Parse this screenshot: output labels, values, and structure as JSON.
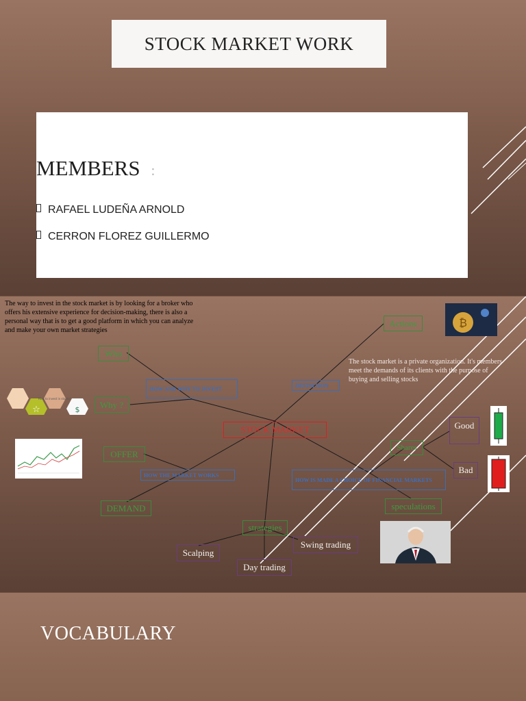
{
  "slide1": {
    "title": "STOCK MARKET WORK",
    "members_heading": "MEMBERS",
    "members_colon": ":",
    "members": [
      "RAFAEL LUDEÑA ARNOLD",
      "CERRON FLOREZ GUILLERMO"
    ]
  },
  "slide2": {
    "intro_text": "The way to invest in the stock market is by looking for a broker who offers his extensive experience for decision-making, there is also a personal way that is to get a good platform in which you can analyze and make your own market strategies",
    "definition_text": "The stock market is a private organization. It's members meet the demands of its clients with the purpose of buying and selling stocks",
    "hex_text": "How to invest in stocks?",
    "nodes": {
      "center": "STOCK MARKET",
      "how_why": "HOW AND WHY TO INVEST",
      "definition": "DEFINITION",
      "how_works": "HOW THE MARKET WORKS",
      "how_is": "HOW IS MADE A CHOICE OF FINANCIAL MARKETS",
      "actions": "Actions",
      "who": "Who",
      "why": "Why ?",
      "offer": "OFFER",
      "demand": "DEMAND",
      "shares": "Shares",
      "speculations": "speculations",
      "strategies": "strategies",
      "good": "Good",
      "bad": "Bad",
      "scalping": "Scalping",
      "swing": "Swing trading",
      "day": "Day trading"
    },
    "colors": {
      "green": "#3e9b3e",
      "red": "#e02a2a",
      "blue": "#3c6fc0",
      "purple": "#6b3d7d"
    }
  },
  "slide3": {
    "title": "VOCABULARY"
  }
}
